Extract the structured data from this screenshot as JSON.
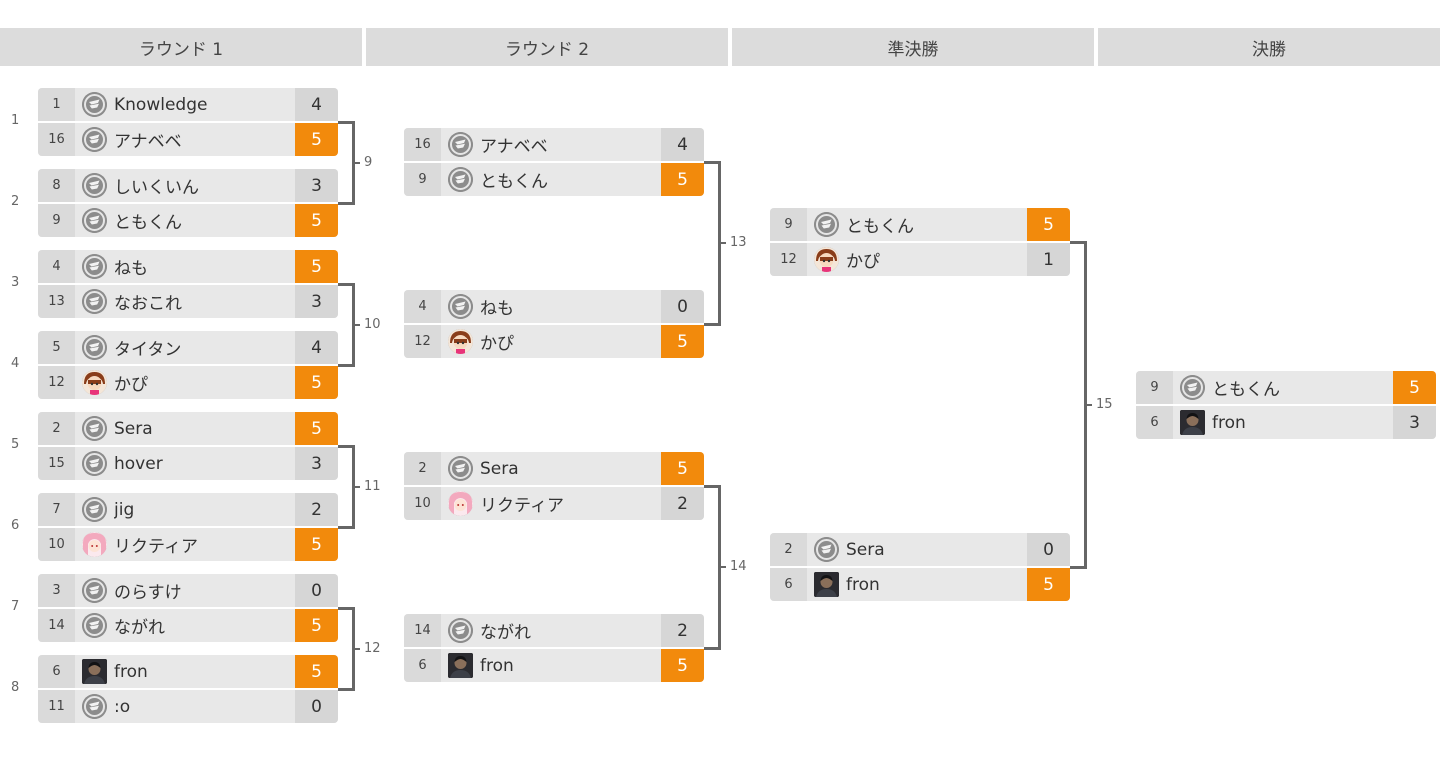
{
  "rounds": [
    "ラウンド 1",
    "ラウンド 2",
    "準決勝",
    "決勝"
  ],
  "round1_positions": [
    "1",
    "2",
    "3",
    "4",
    "5",
    "6",
    "7",
    "8"
  ],
  "matches": {
    "r1": [
      {
        "top": {
          "seed": "1",
          "name": "Knowledge",
          "score": "4",
          "win": false,
          "avatar": "default"
        },
        "bottom": {
          "seed": "16",
          "name": "アナベベ",
          "score": "5",
          "win": true,
          "avatar": "default"
        }
      },
      {
        "top": {
          "seed": "8",
          "name": "しいくいん",
          "score": "3",
          "win": false,
          "avatar": "default"
        },
        "bottom": {
          "seed": "9",
          "name": "ともくん",
          "score": "5",
          "win": true,
          "avatar": "default"
        }
      },
      {
        "top": {
          "seed": "4",
          "name": "ねも",
          "score": "5",
          "win": true,
          "avatar": "default"
        },
        "bottom": {
          "seed": "13",
          "name": "なおこれ",
          "score": "3",
          "win": false,
          "avatar": "default"
        }
      },
      {
        "top": {
          "seed": "5",
          "name": "タイタン",
          "score": "4",
          "win": false,
          "avatar": "default"
        },
        "bottom": {
          "seed": "12",
          "name": "かぴ",
          "score": "5",
          "win": true,
          "avatar": "kapi"
        }
      },
      {
        "top": {
          "seed": "2",
          "name": "Sera",
          "score": "5",
          "win": true,
          "avatar": "default"
        },
        "bottom": {
          "seed": "15",
          "name": "hover",
          "score": "3",
          "win": false,
          "avatar": "default"
        }
      },
      {
        "top": {
          "seed": "7",
          "name": "jig",
          "score": "2",
          "win": false,
          "avatar": "default"
        },
        "bottom": {
          "seed": "10",
          "name": "リクティア",
          "score": "5",
          "win": true,
          "avatar": "pink"
        }
      },
      {
        "top": {
          "seed": "3",
          "name": "のらすけ",
          "score": "0",
          "win": false,
          "avatar": "default"
        },
        "bottom": {
          "seed": "14",
          "name": "ながれ",
          "score": "5",
          "win": true,
          "avatar": "default"
        }
      },
      {
        "top": {
          "seed": "6",
          "name": "fron",
          "score": "5",
          "win": true,
          "avatar": "photo"
        },
        "bottom": {
          "seed": "11",
          "name": ":o",
          "score": "0",
          "win": false,
          "avatar": "default"
        }
      }
    ],
    "r2": [
      {
        "number": "9",
        "top": {
          "seed": "16",
          "name": "アナベベ",
          "score": "4",
          "win": false,
          "avatar": "default"
        },
        "bottom": {
          "seed": "9",
          "name": "ともくん",
          "score": "5",
          "win": true,
          "avatar": "default"
        }
      },
      {
        "number": "10",
        "top": {
          "seed": "4",
          "name": "ねも",
          "score": "0",
          "win": false,
          "avatar": "default"
        },
        "bottom": {
          "seed": "12",
          "name": "かぴ",
          "score": "5",
          "win": true,
          "avatar": "kapi"
        }
      },
      {
        "number": "11",
        "top": {
          "seed": "2",
          "name": "Sera",
          "score": "5",
          "win": true,
          "avatar": "default"
        },
        "bottom": {
          "seed": "10",
          "name": "リクティア",
          "score": "2",
          "win": false,
          "avatar": "pink"
        }
      },
      {
        "number": "12",
        "top": {
          "seed": "14",
          "name": "ながれ",
          "score": "2",
          "win": false,
          "avatar": "default"
        },
        "bottom": {
          "seed": "6",
          "name": "fron",
          "score": "5",
          "win": true,
          "avatar": "photo"
        }
      }
    ],
    "sf": [
      {
        "number": "13",
        "top": {
          "seed": "9",
          "name": "ともくん",
          "score": "5",
          "win": true,
          "avatar": "default"
        },
        "bottom": {
          "seed": "12",
          "name": "かぴ",
          "score": "1",
          "win": false,
          "avatar": "kapi"
        }
      },
      {
        "number": "14",
        "top": {
          "seed": "2",
          "name": "Sera",
          "score": "0",
          "win": false,
          "avatar": "default"
        },
        "bottom": {
          "seed": "6",
          "name": "fron",
          "score": "5",
          "win": true,
          "avatar": "photo"
        }
      }
    ],
    "final": [
      {
        "number": "15",
        "top": {
          "seed": "9",
          "name": "ともくん",
          "score": "5",
          "win": true,
          "avatar": "default"
        },
        "bottom": {
          "seed": "6",
          "name": "fron",
          "score": "3",
          "win": false,
          "avatar": "photo"
        }
      }
    ]
  },
  "colors": {
    "winner": "#f28a0c",
    "header_bg": "#dcdcdc",
    "slot_bg": "#e8e8e8"
  }
}
